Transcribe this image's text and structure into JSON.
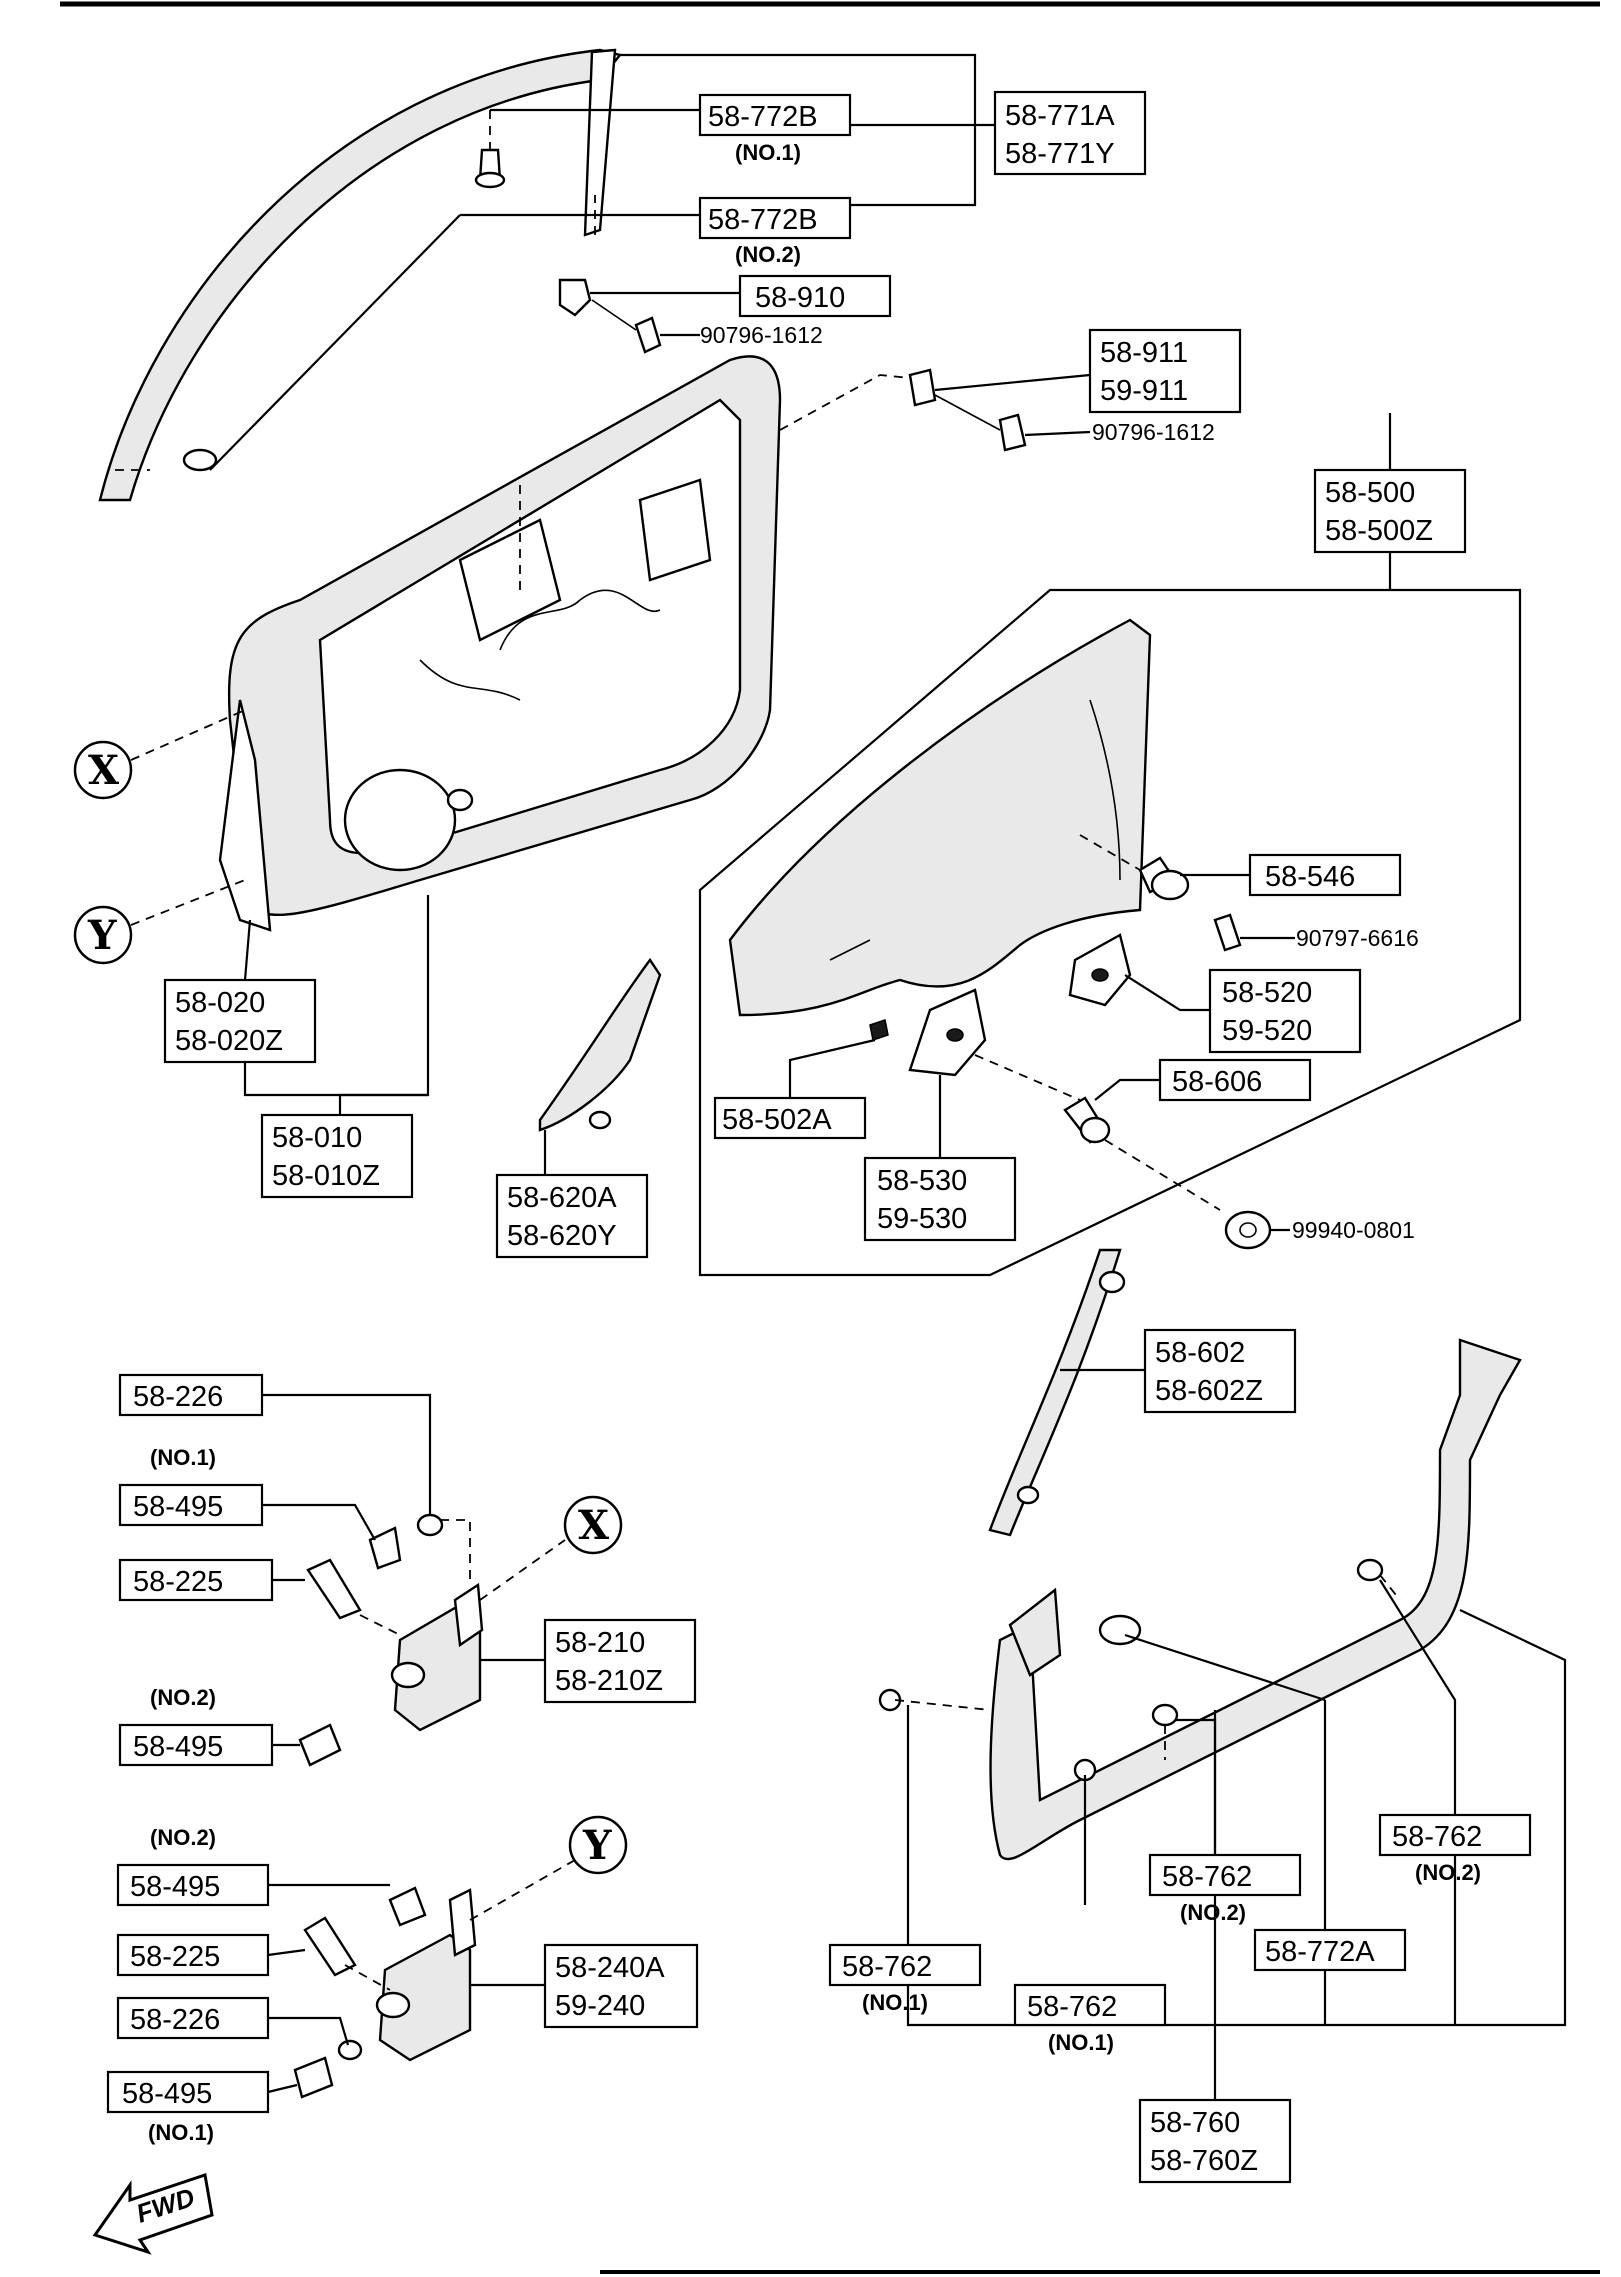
{
  "labels": {
    "p58_771": [
      "58-771A",
      "58-771Y"
    ],
    "p58_772B_1": "58-772B",
    "p58_772B_1_note": "(NO.1)",
    "p58_772B_2": "58-772B",
    "p58_772B_2_note": "(NO.2)",
    "p58_910": "58-910",
    "bolt_90796_a": "90796-1612",
    "p58_911": [
      "58-911",
      "59-911"
    ],
    "bolt_90796_b": "90796-1612",
    "p58_500": [
      "58-500",
      "58-500Z"
    ],
    "p58_546": "58-546",
    "bolt_90797": "90797-6616",
    "p58_520": [
      "58-520",
      "59-520"
    ],
    "p58_606": "58-606",
    "p58_502A": "58-502A",
    "p58_530": [
      "58-530",
      "59-530"
    ],
    "nut_99940": "99940-0801",
    "p58_020": [
      "58-020",
      "58-020Z"
    ],
    "p58_010": [
      "58-010",
      "58-010Z"
    ],
    "p58_620": [
      "58-620A",
      "58-620Y"
    ],
    "p58_602": [
      "58-602",
      "58-602Z"
    ],
    "p58_226_a": "58-226",
    "p58_495_a_note": "(NO.1)",
    "p58_495_a": "58-495",
    "p58_225_a": "58-225",
    "p58_210": [
      "58-210",
      "58-210Z"
    ],
    "p58_495_b_note": "(NO.2)",
    "p58_495_b": "58-495",
    "p58_495_c_note": "(NO.2)",
    "p58_495_c": "58-495",
    "p58_225_b": "58-225",
    "p58_226_b": "58-226",
    "p58_240": [
      "58-240A",
      "59-240"
    ],
    "p58_495_d": "58-495",
    "p58_495_d_note": "(NO.1)",
    "p58_762_a": "58-762",
    "p58_762_a_note": "(NO.2)",
    "p58_762_b": "58-762",
    "p58_762_b_note": "(NO.2)",
    "p58_772A": "58-772A",
    "p58_762_c": "58-762",
    "p58_762_c_note": "(NO.1)",
    "p58_762_d": "58-762",
    "p58_762_d_note": "(NO.1)",
    "p58_760": [
      "58-760",
      "58-760Z"
    ],
    "ref_x": "X",
    "ref_y": "Y",
    "ref_x2": "X",
    "ref_y2": "Y",
    "fwd": "FWD"
  }
}
